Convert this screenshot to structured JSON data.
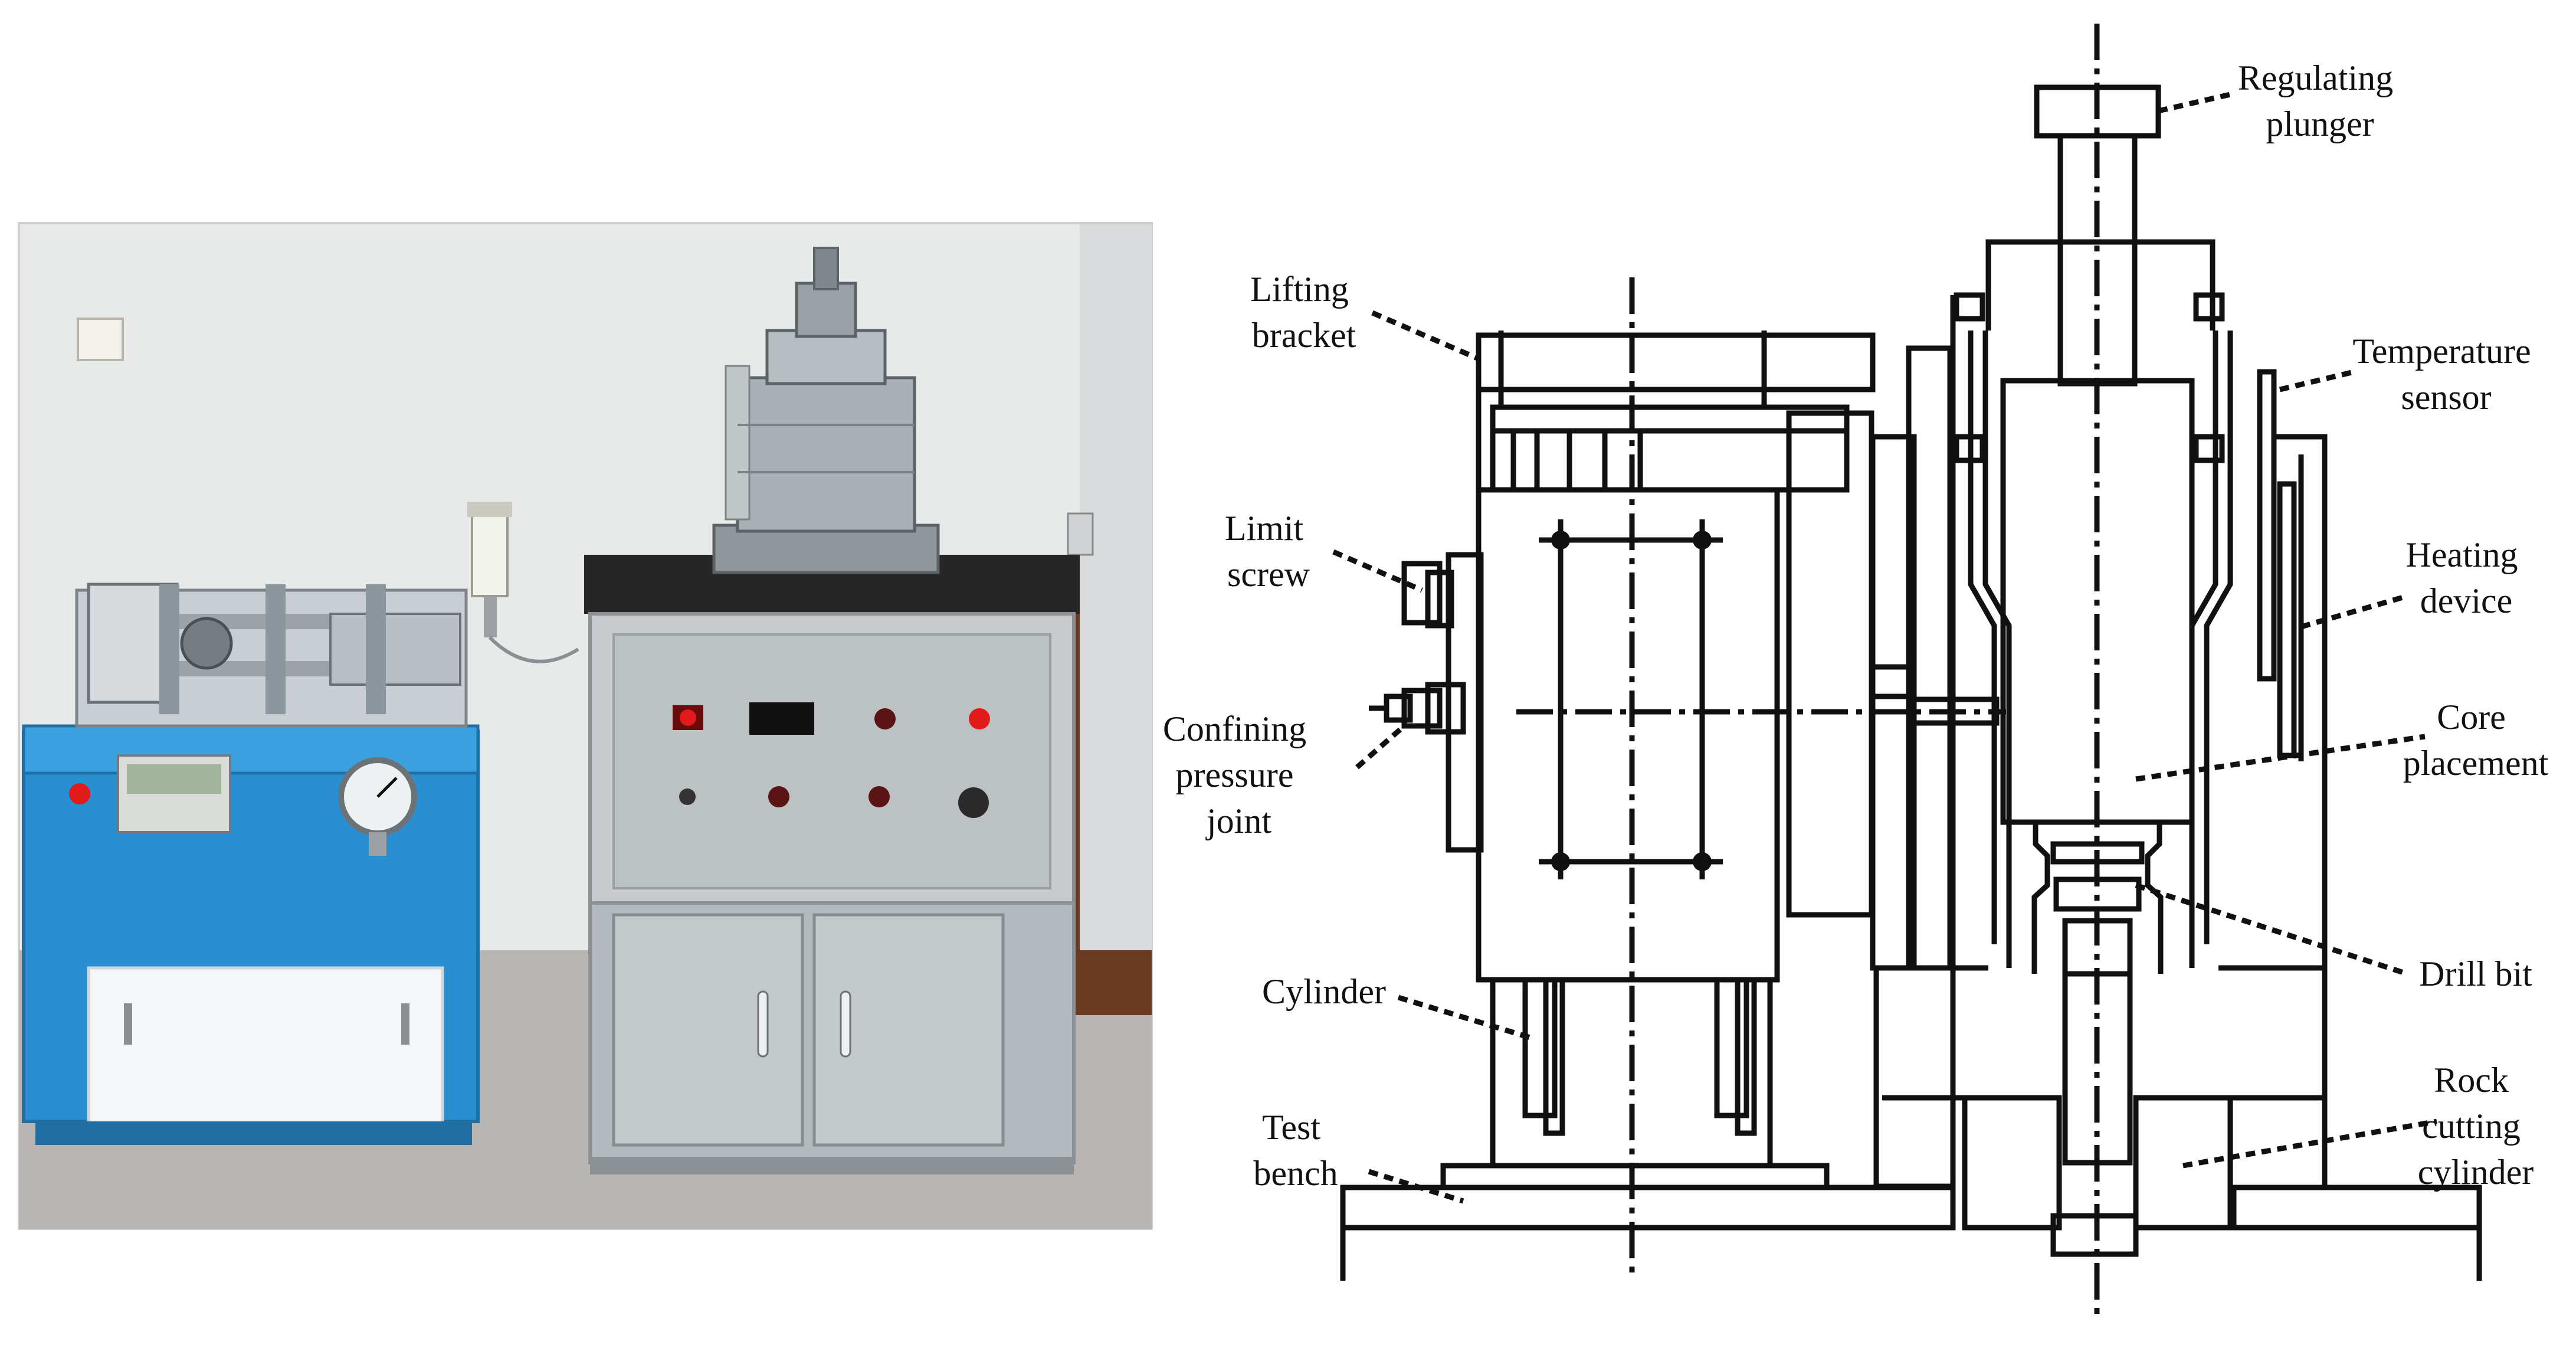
{
  "photo": {
    "icon": "test-apparatus-photo"
  },
  "labels": {
    "regulating_plunger": [
      "Regulating",
      "plunger"
    ],
    "lifting_bracket": [
      "Lifting",
      "bracket"
    ],
    "temperature_sensor": [
      "Temperature",
      "sensor"
    ],
    "limit_screw": [
      "Limit",
      "screw"
    ],
    "heating_device": [
      "Heating",
      "device"
    ],
    "confining_pressure_joint": [
      "Confining",
      "pressure",
      "joint"
    ],
    "core_placement": [
      "Core",
      "placement"
    ],
    "cylinder": [
      "Cylinder"
    ],
    "drill_bit": [
      "Drill bit"
    ],
    "test_bench": [
      "Test",
      "bench"
    ],
    "rock_cutting_cylinder": [
      "Rock",
      "cutting",
      "cylinder"
    ]
  },
  "colors": {
    "wall": "#e9eaea",
    "floor": "#b3b3b1",
    "blue_cabinet": "#2a8fd0",
    "steel": "#a7adb2",
    "dark_top": "#262626",
    "indicator_red": "#e21a1a"
  }
}
